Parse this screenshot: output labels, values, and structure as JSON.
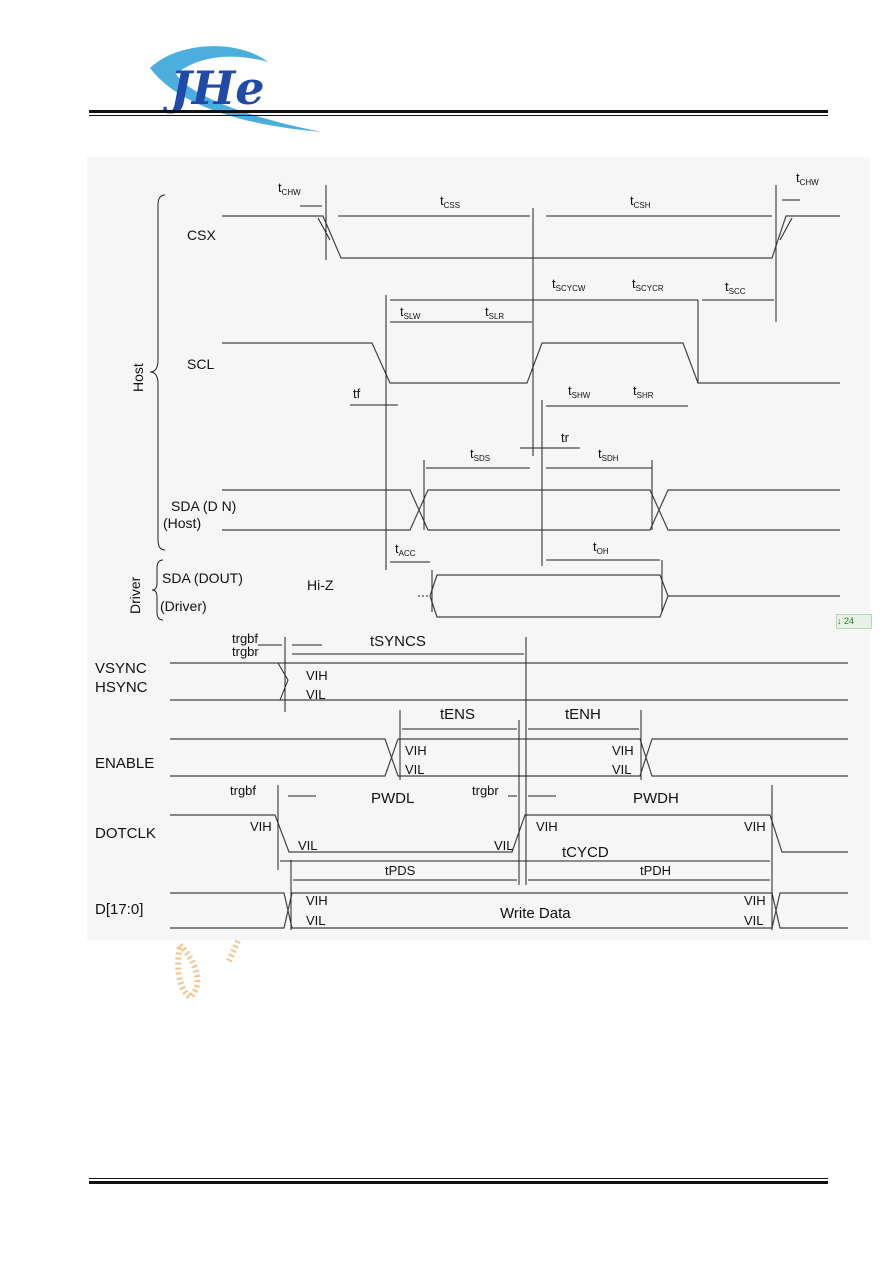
{
  "header": {
    "logo_text": "JHe",
    "brand_color": "#1f4aa8",
    "swoosh_color": "#37a5d8"
  },
  "footer_watermark_color": "#f2b060",
  "side_badge": "↓ 24",
  "serial_diagram": {
    "group_host": "Host",
    "group_driver": "Driver",
    "signals": {
      "csx": "CSX",
      "scl": "SCL",
      "sda_din": "SDA (D N)",
      "sda_din_sub": "(Host)",
      "sda_dout": "SDA (DOUT)",
      "sda_dout_sub": "(Driver)",
      "hiz": "Hi-Z"
    },
    "timings": {
      "tchw": {
        "t": "t",
        "s": "CHW"
      },
      "tcss": {
        "t": "t",
        "s": "CSS"
      },
      "tcsh": {
        "t": "t",
        "s": "CSH"
      },
      "tchw2": {
        "t": "t",
        "s": "CHW"
      },
      "tscycw": {
        "t": "t",
        "s": "SCYCW"
      },
      "tscycr": {
        "t": "t",
        "s": "SCYCR"
      },
      "tscc": {
        "t": "t",
        "s": "SCC"
      },
      "tslw": {
        "t": "t",
        "s": "SLW"
      },
      "tslr": {
        "t": "t",
        "s": "SLR"
      },
      "tf": "tf",
      "tshw": {
        "t": "t",
        "s": "SHW"
      },
      "tshr": {
        "t": "t",
        "s": "SHR"
      },
      "tr": "tr",
      "tsds": {
        "t": "t",
        "s": "SDS"
      },
      "tsdh": {
        "t": "t",
        "s": "SDH"
      },
      "tacc": {
        "t": "t",
        "s": "ACC"
      },
      "toh": {
        "t": "t",
        "s": "OH"
      }
    }
  },
  "rgb_diagram": {
    "signals": {
      "vsync": "VSYNC",
      "hsync": "HSYNC",
      "enable": "ENABLE",
      "dotclk": "DOTCLK",
      "data": "D[17:0]"
    },
    "timings": {
      "trgbf": "trgbf",
      "trgbr": "trgbr",
      "tsyncs": "tSYNCS",
      "tens": "tENS",
      "tenh": "tENH",
      "pwdl": "PWDL",
      "pwdh": "PWDH",
      "trgbf2": "trgbf",
      "trgbr2": "trgbr",
      "tcycd": "tCYCD",
      "tpds": "tPDS",
      "tpdh": "tPDH"
    },
    "levels": {
      "vih": "VIH",
      "vil": "VIL"
    },
    "write_data": "Write Data"
  }
}
